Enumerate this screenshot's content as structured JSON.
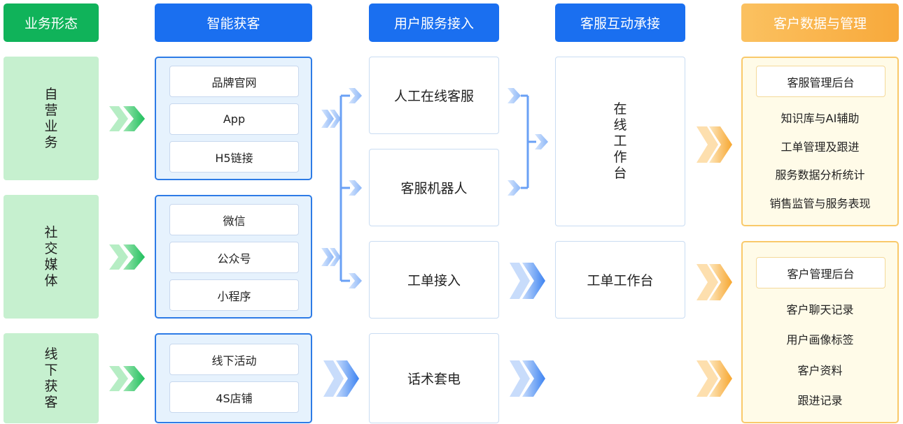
{
  "headers": {
    "business": "业务形态",
    "acquisition": "智能获客",
    "access": "用户服务接入",
    "interaction": "客服互动承接",
    "data": "客户数据与管理"
  },
  "categories": [
    "自营业务",
    "社交媒体",
    "线下获客"
  ],
  "channel_groups": [
    [
      "品牌官网",
      "App",
      "H5链接"
    ],
    [
      "微信",
      "公众号",
      "小程序"
    ],
    [
      "线下活动",
      "4S店铺"
    ]
  ],
  "access": [
    "人工在线客服",
    "客服机器人",
    "工单接入",
    "话术套电"
  ],
  "interaction": {
    "online_workspace": "在线工作台",
    "ticket_workspace": "工单工作台"
  },
  "panels": [
    {
      "title": "客服管理后台",
      "items": [
        "知识库与AI辅助",
        "工单管理及跟进",
        "服务数据分析统计",
        "销售监管与服务表现"
      ]
    },
    {
      "title": "客户管理后台",
      "items": [
        "客户聊天记录",
        "用户画像标签",
        "客户资料",
        "跟进记录"
      ]
    }
  ],
  "colors": {
    "green": "#10b35a",
    "blue": "#1a6ff0",
    "orange": "#f8a93b",
    "light_green": "#c6f0cf",
    "light_blue": "#e6f2fd"
  }
}
